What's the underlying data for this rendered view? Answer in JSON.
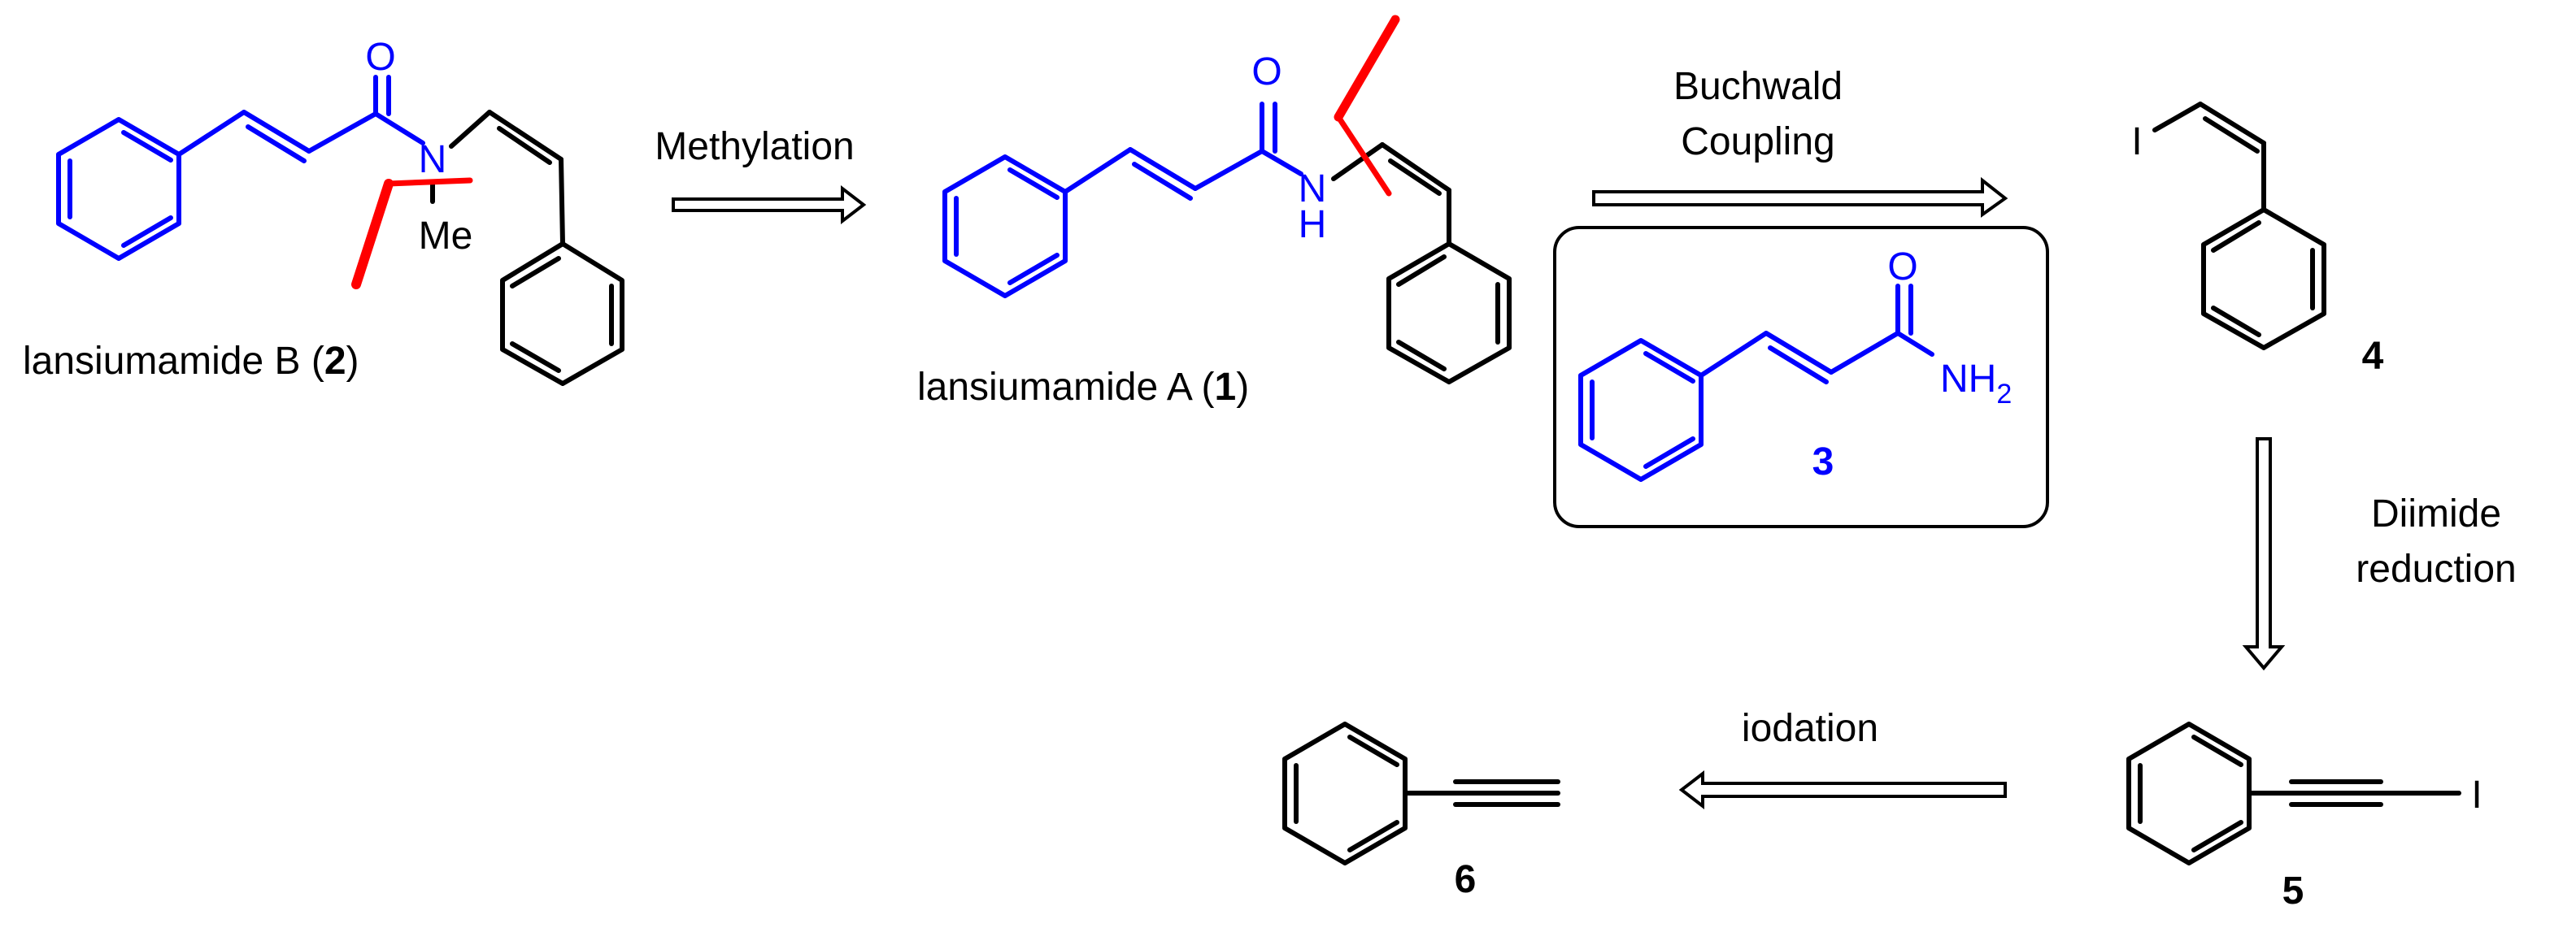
{
  "compounds": {
    "c2": {
      "name": "lansiumamide B (",
      "number": "2",
      "close": ")"
    },
    "c1": {
      "name": "lansiumamide A (",
      "number": "1",
      "close": ")"
    },
    "c3": {
      "number": "3"
    },
    "c4": {
      "number": "4"
    },
    "c5": {
      "number": "5"
    },
    "c6": {
      "number": "6"
    }
  },
  "atoms": {
    "oxygen": "O",
    "nitrogen": "N",
    "hydrogen": "H",
    "methyl": "Me",
    "amide_n": "NH",
    "amide_sub": "2",
    "iodine": "I"
  },
  "steps": {
    "methylation": "Methylation",
    "buchwald_line1": "Buchwald",
    "buchwald_line2": "Coupling",
    "diimide_line1": "Diimide",
    "diimide_line2": "reduction",
    "iodation": "iodation"
  },
  "colors": {
    "highlight": "#0000ff",
    "disconnection": "#ff0000",
    "bond": "#000000"
  }
}
